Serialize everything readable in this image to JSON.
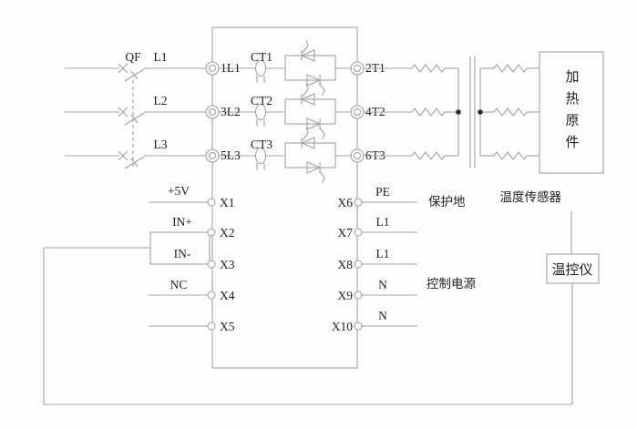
{
  "schematic": {
    "breaker_label": "QF",
    "phases": [
      {
        "line": "L1",
        "input_terminal": "1L1",
        "ct": "CT1",
        "output_terminal": "2T1"
      },
      {
        "line": "L2",
        "input_terminal": "3L2",
        "ct": "CT2",
        "output_terminal": "4T2"
      },
      {
        "line": "L3",
        "input_terminal": "5L3",
        "ct": "CT3",
        "output_terminal": "6T3"
      }
    ],
    "control_terminals_left": [
      {
        "id": "X1",
        "signal": "+5V"
      },
      {
        "id": "X2",
        "signal": "IN+"
      },
      {
        "id": "X3",
        "signal": "IN-"
      },
      {
        "id": "X4",
        "signal": "NC"
      },
      {
        "id": "X5",
        "signal": ""
      }
    ],
    "control_terminals_right": [
      {
        "id": "X6",
        "signal": "PE"
      },
      {
        "id": "X7",
        "signal": "L1"
      },
      {
        "id": "X8",
        "signal": "L1"
      },
      {
        "id": "X9",
        "signal": "N"
      },
      {
        "id": "X10",
        "signal": "N"
      }
    ],
    "annotations": {
      "protective_earth": "保护地",
      "control_power": "控制电源",
      "temperature_sensor": "温度传感器"
    },
    "components": {
      "heater": "加热原件",
      "temperature_controller": "温控仪"
    },
    "colors": {
      "wire": "#a2a2a2",
      "text": "#1f1f1f",
      "background": "#fdfdfd"
    }
  }
}
